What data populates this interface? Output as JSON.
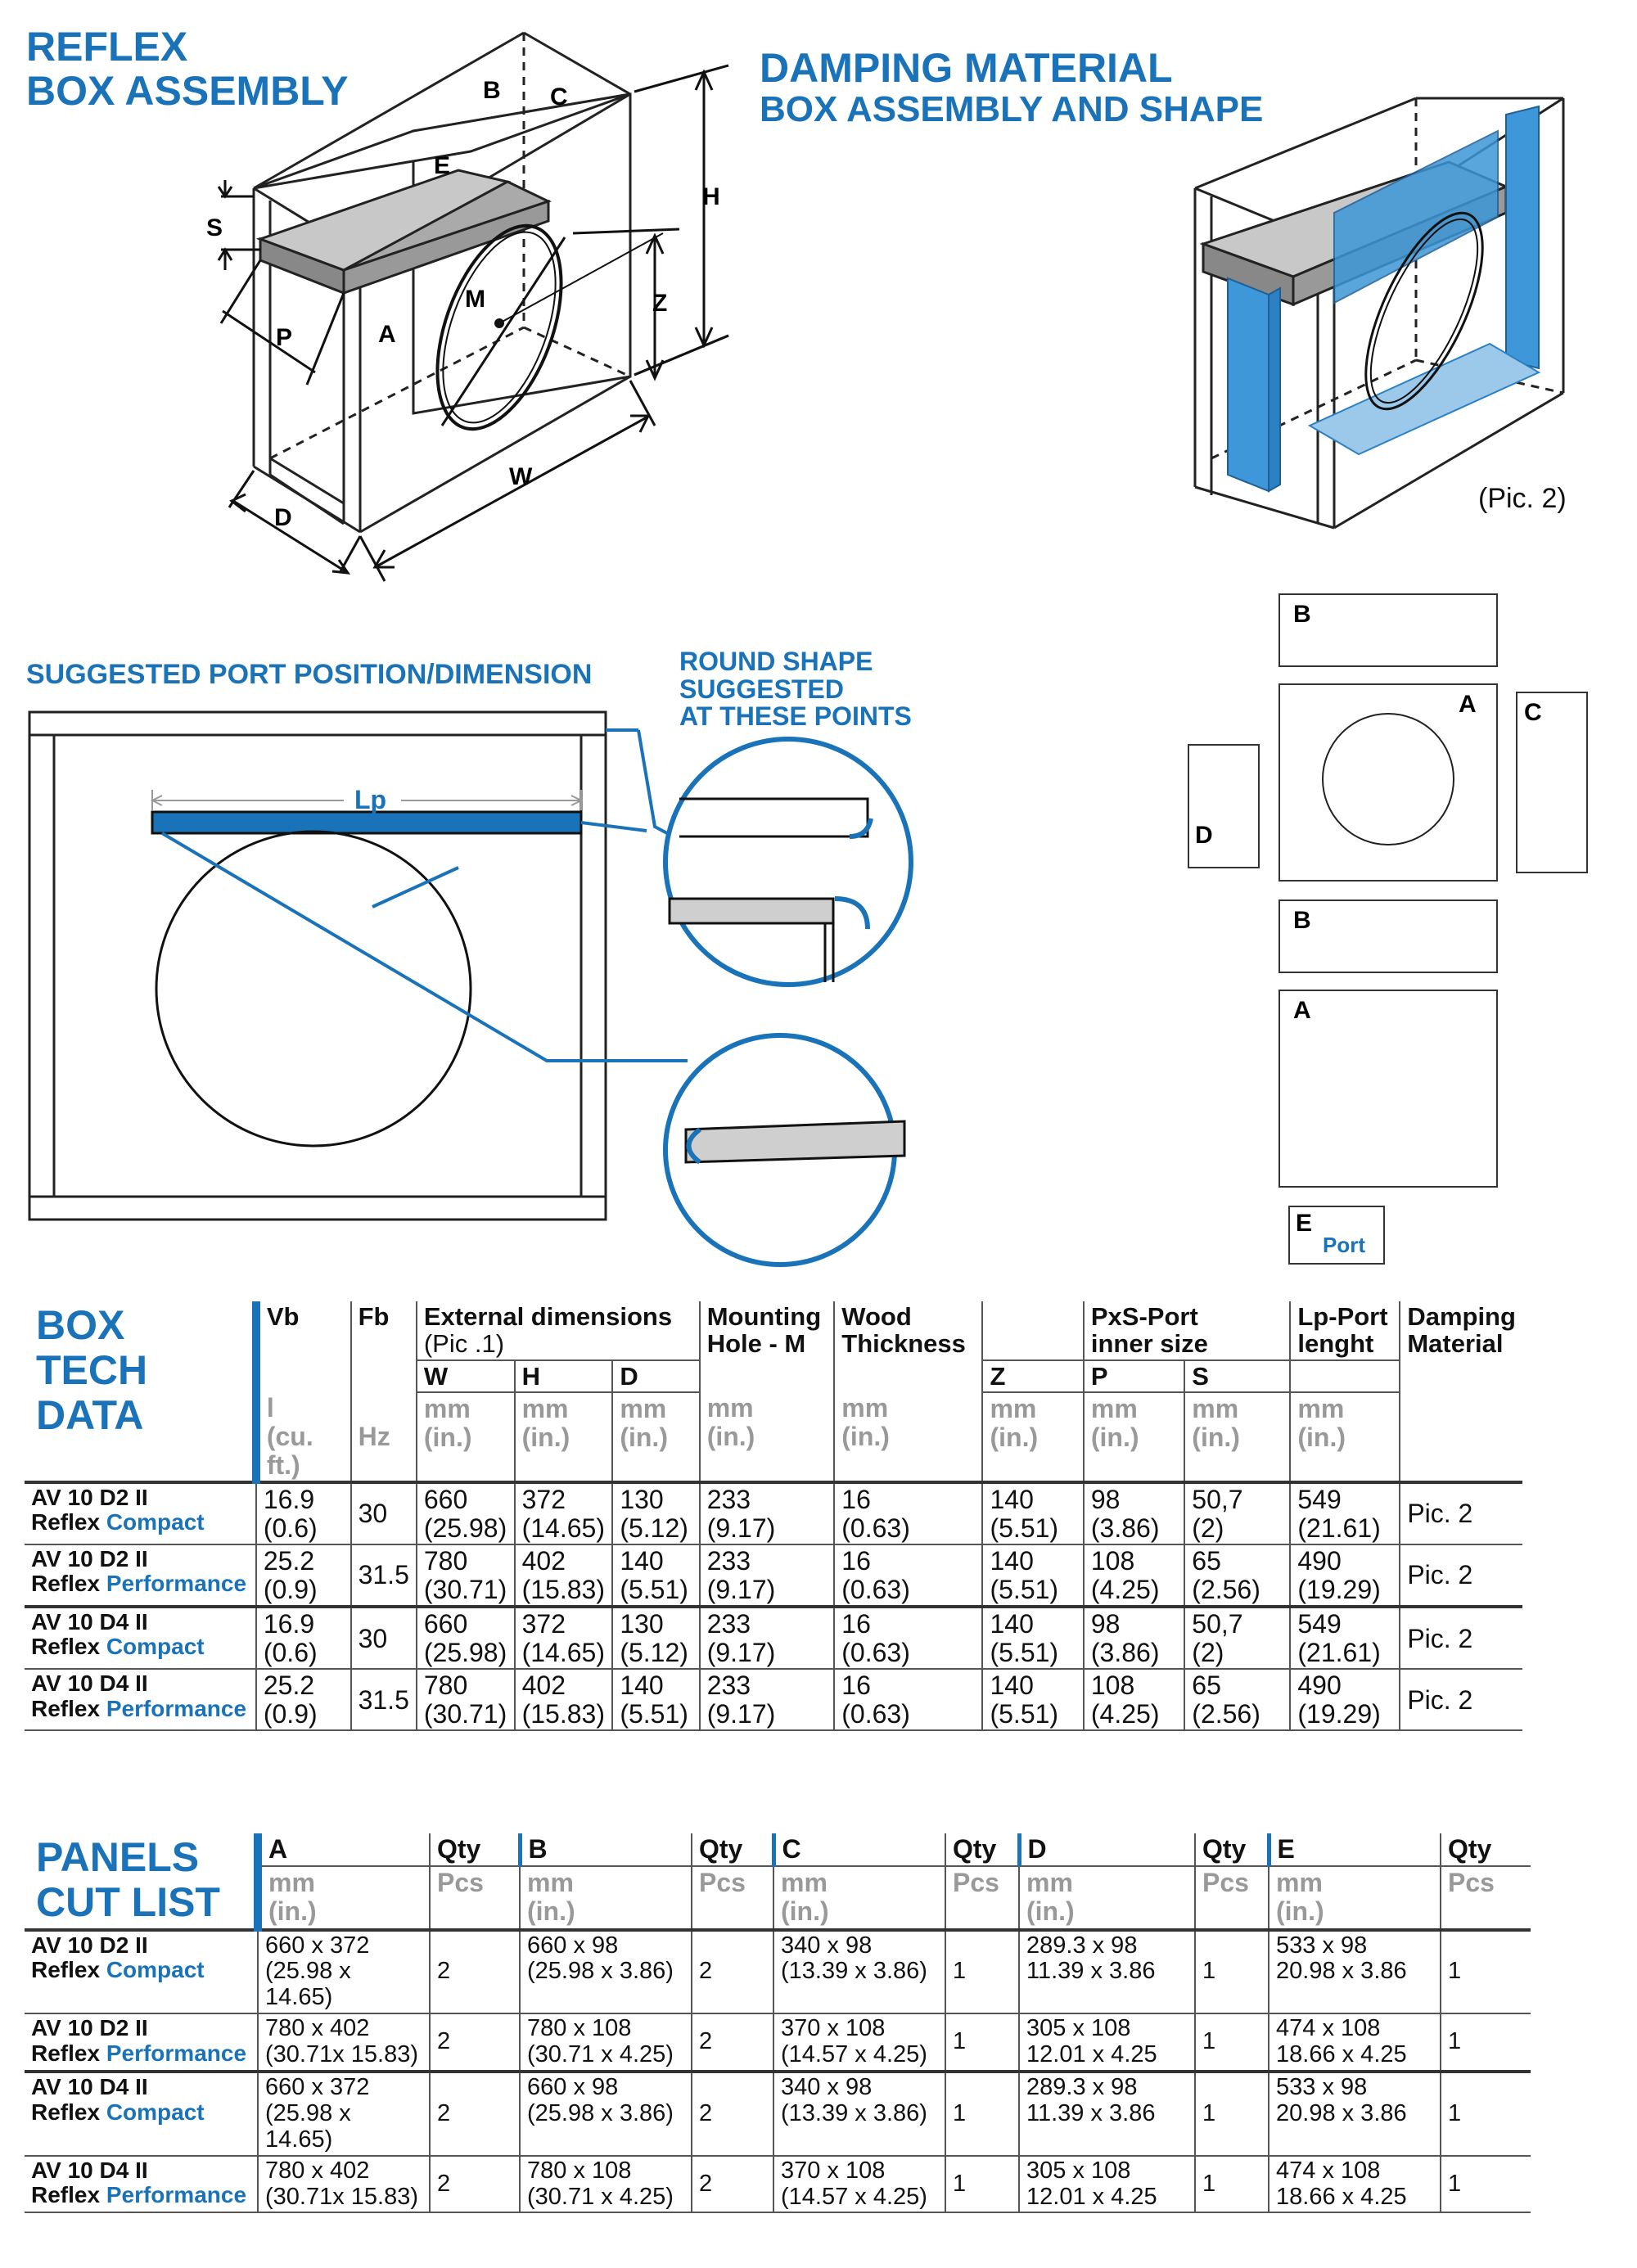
{
  "titles": {
    "reflex_line1": "REFLEX",
    "reflex_line2": "BOX ASSEMBLY",
    "damping_line1": "DAMPING MATERIAL",
    "damping_line2": "BOX ASSEMBLY AND SHAPE",
    "port_position": "SUGGESTED PORT POSITION/DIMENSION",
    "round_line1": "ROUND SHAPE",
    "round_line2": "SUGGESTED",
    "round_line3": "AT THESE POINTS",
    "pic2": "(Pic. 2)"
  },
  "diagram_labels": {
    "A": "A",
    "B": "B",
    "C": "C",
    "D": "D",
    "E": "E",
    "H": "H",
    "M": "M",
    "P": "P",
    "S": "S",
    "W": "W",
    "Z": "Z",
    "Lp": "Lp",
    "Port": "Port"
  },
  "tech": {
    "title_line1": "BOX",
    "title_line2": "TECH",
    "title_line3": "DATA",
    "headers": {
      "vb": "Vb",
      "fb": "Fb",
      "ext": "External dimensions",
      "ext_sub": "(Pic .1)",
      "mount_line1": "Mounting",
      "mount_line2": "Hole - M",
      "wood_line1": "Wood",
      "wood_line2": "Thickness",
      "pxs_line1": "PxS-Port",
      "pxs_line2": "inner size",
      "lp_line1": "Lp-Port",
      "lp_line2": "lenght",
      "damp_line1": "Damping",
      "damp_line2": "Material",
      "w": "W",
      "h": "H",
      "d": "D",
      "z": "Z",
      "p": "P",
      "s": "S"
    },
    "units": {
      "vb_line1": "l",
      "vb_line2": "(cu. ft.)",
      "fb": "Hz",
      "mm": "mm",
      "in": "(in.)"
    },
    "rows": [
      {
        "model": "AV 10 D2 II",
        "series": "Reflex",
        "variant": "Compact",
        "vb": "16.9",
        "vb_in": "(0.6)",
        "fb": "30",
        "w": "660",
        "w_in": "(25.98)",
        "h": "372",
        "h_in": "(14.65)",
        "d": "130",
        "d_in": "(5.12)",
        "m": "233",
        "m_in": "(9.17)",
        "t": "16",
        "t_in": "(0.63)",
        "z": "140",
        "z_in": "(5.51)",
        "p": "98",
        "p_in": "(3.86)",
        "s": "50,7",
        "s_in": "(2)",
        "lp": "549",
        "lp_in": "(21.61)",
        "damp": "Pic. 2"
      },
      {
        "model": "AV 10 D2 II",
        "series": "Reflex",
        "variant": "Performance",
        "vb": "25.2",
        "vb_in": "(0.9)",
        "fb": "31.5",
        "w": "780",
        "w_in": "(30.71)",
        "h": "402",
        "h_in": "(15.83)",
        "d": "140",
        "d_in": "(5.51)",
        "m": "233",
        "m_in": "(9.17)",
        "t": "16",
        "t_in": "(0.63)",
        "z": "140",
        "z_in": "(5.51)",
        "p": "108",
        "p_in": "(4.25)",
        "s": "65",
        "s_in": "(2.56)",
        "lp": "490",
        "lp_in": "(19.29)",
        "damp": "Pic. 2"
      },
      {
        "model": "AV 10 D4 II",
        "series": "Reflex",
        "variant": "Compact",
        "vb": "16.9",
        "vb_in": "(0.6)",
        "fb": "30",
        "w": "660",
        "w_in": "(25.98)",
        "h": "372",
        "h_in": "(14.65)",
        "d": "130",
        "d_in": "(5.12)",
        "m": "233",
        "m_in": "(9.17)",
        "t": "16",
        "t_in": "(0.63)",
        "z": "140",
        "z_in": "(5.51)",
        "p": "98",
        "p_in": "(3.86)",
        "s": "50,7",
        "s_in": "(2)",
        "lp": "549",
        "lp_in": "(21.61)",
        "damp": "Pic. 2"
      },
      {
        "model": "AV 10 D4 II",
        "series": "Reflex",
        "variant": "Performance",
        "vb": "25.2",
        "vb_in": "(0.9)",
        "fb": "31.5",
        "w": "780",
        "w_in": "(30.71)",
        "h": "402",
        "h_in": "(15.83)",
        "d": "140",
        "d_in": "(5.51)",
        "m": "233",
        "m_in": "(9.17)",
        "t": "16",
        "t_in": "(0.63)",
        "z": "140",
        "z_in": "(5.51)",
        "p": "108",
        "p_in": "(4.25)",
        "s": "65",
        "s_in": "(2.56)",
        "lp": "490",
        "lp_in": "(19.29)",
        "damp": "Pic. 2"
      }
    ]
  },
  "cut": {
    "title_line1": "PANELS",
    "title_line2": "CUT LIST",
    "headers": {
      "a": "A",
      "b": "B",
      "c": "C",
      "d": "D",
      "e": "E",
      "qty": "Qty"
    },
    "units": {
      "mm": "mm",
      "in": "(in.)",
      "pcs": "Pcs"
    },
    "rows": [
      {
        "model": "AV 10 D2 II",
        "series": "Reflex",
        "variant": "Compact",
        "a": "660 x 372",
        "a_in": "(25.98 x 14.65)",
        "aq": "2",
        "b": "660 x 98",
        "b_in": "(25.98 x 3.86)",
        "bq": "2",
        "c": "340 x 98",
        "c_in": "(13.39 x 3.86)",
        "cq": "1",
        "d": "289.3 x 98",
        "d_in": "11.39 x 3.86",
        "dq": "1",
        "e": "533 x 98",
        "e_in": "20.98 x 3.86",
        "eq": "1"
      },
      {
        "model": "AV 10 D2 II",
        "series": "Reflex",
        "variant": "Performance",
        "a": "780 x 402",
        "a_in": "(30.71x 15.83)",
        "aq": "2",
        "b": "780 x 108",
        "b_in": "(30.71 x 4.25)",
        "bq": "2",
        "c": "370 x 108",
        "c_in": "(14.57 x 4.25)",
        "cq": "1",
        "d": "305 x 108",
        "d_in": "12.01 x 4.25",
        "dq": "1",
        "e": "474 x 108",
        "e_in": "18.66 x 4.25",
        "eq": "1"
      },
      {
        "model": "AV 10 D4 II",
        "series": "Reflex",
        "variant": "Compact",
        "a": "660 x 372",
        "a_in": "(25.98 x 14.65)",
        "aq": "2",
        "b": "660 x 98",
        "b_in": "(25.98 x 3.86)",
        "bq": "2",
        "c": "340 x 98",
        "c_in": "(13.39 x 3.86)",
        "cq": "1",
        "d": "289.3 x 98",
        "d_in": "11.39 x 3.86",
        "dq": "1",
        "e": "533 x 98",
        "e_in": "20.98 x 3.86",
        "eq": "1"
      },
      {
        "model": "AV 10 D4 II",
        "series": "Reflex",
        "variant": "Performance",
        "a": "780 x 402",
        "a_in": "(30.71x 15.83)",
        "aq": "2",
        "b": "780 x 108",
        "b_in": "(30.71 x 4.25)",
        "bq": "2",
        "c": "370 x 108",
        "c_in": "(14.57 x 4.25)",
        "cq": "1",
        "d": "305 x 108",
        "d_in": "12.01 x 4.25",
        "dq": "1",
        "e": "474 x 108",
        "e_in": "18.66 x 4.25",
        "eq": "1"
      }
    ]
  },
  "colors": {
    "accent": "#1a73b8",
    "damping": "#3d97d8",
    "panel_gray": "#bdbdbd"
  }
}
